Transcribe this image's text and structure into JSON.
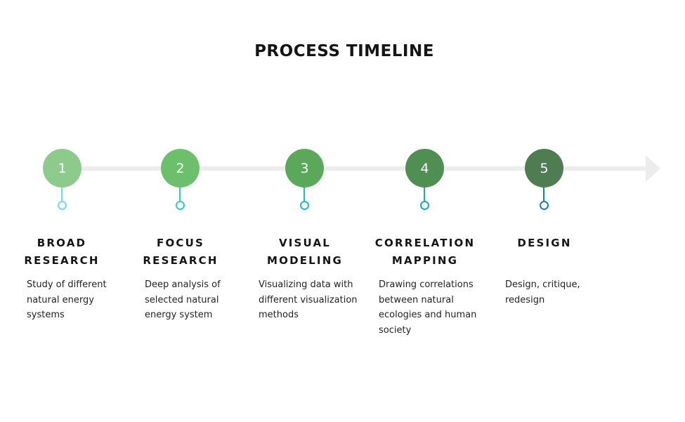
{
  "title": "PROCESS TIMELINE",
  "steps": [
    {
      "number": "1",
      "title": "BROAD\nRESEARCH",
      "description": "Study of different\nnatural energy\nsystems",
      "circle_color": "#8ccb8c",
      "stem_color": "#6fdde6"
    },
    {
      "number": "2",
      "title": "FOCUS\nRESEARCH",
      "description": "Deep analysis of\nselected natural\nenergy system",
      "circle_color": "#6cc06c",
      "stem_color": "#33c5dc"
    },
    {
      "number": "3",
      "title": "VISUAL\nMODELING",
      "description": "Visualizing data with\ndifferent visualization\nmethods",
      "circle_color": "#5aa95b",
      "stem_color": "#1fb7d6"
    },
    {
      "number": "4",
      "title": "CORRELATION\nMAPPING",
      "description": "Drawing correlations\nbetween natural\necologies and human\nsociety",
      "circle_color": "#4f8f52",
      "stem_color": "#1aa6cf"
    },
    {
      "number": "5",
      "title": "DESIGN",
      "description": "Design, critique,\nredesign",
      "circle_color": "#4e7d51",
      "stem_color": "#1a7fbf"
    }
  ]
}
